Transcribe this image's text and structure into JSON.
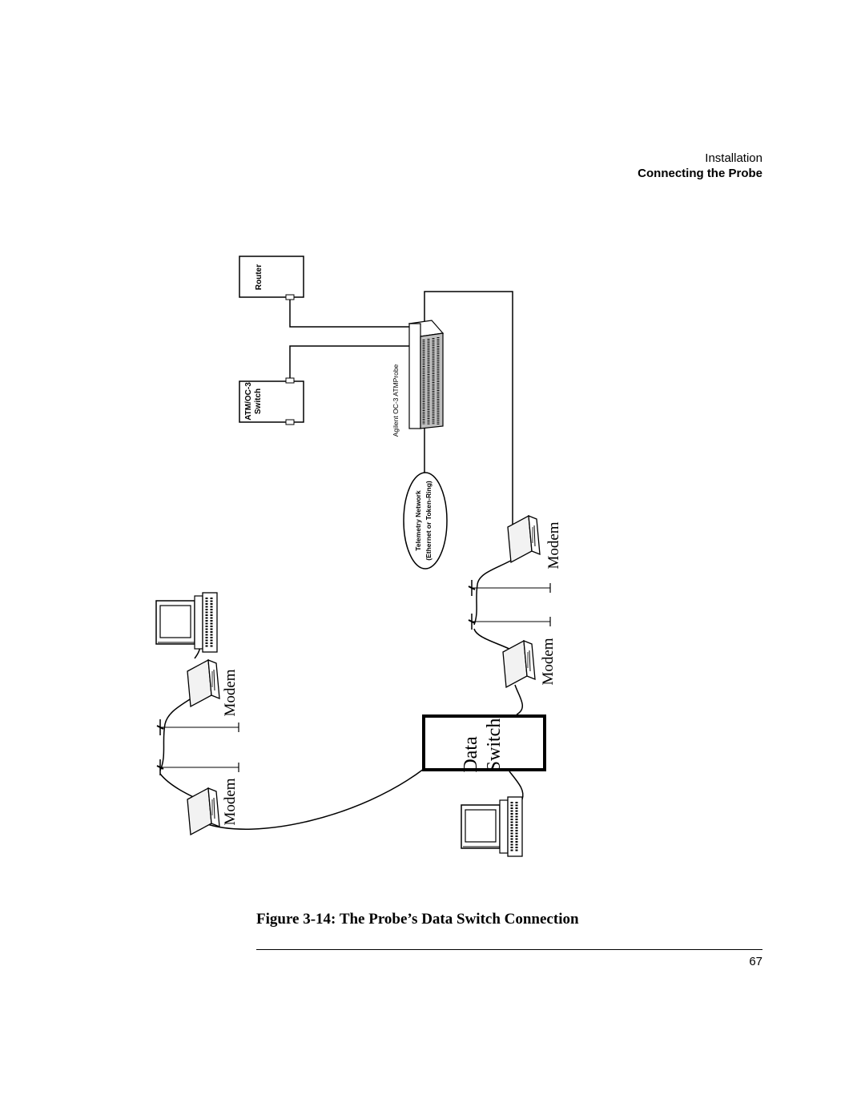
{
  "header": {
    "section": "Installation",
    "subsection": "Connecting the Probe"
  },
  "diagram": {
    "router": "Router",
    "atm_switch_line1": "ATM/OC-3",
    "atm_switch_line2": "Switch",
    "probe_label": "Agilent OC-3 ATMProbe",
    "telemetry_line1": "Telemetry Network",
    "telemetry_line2": "(Ethernet or Token-Ring)",
    "modem_label": "Modem",
    "data_switch_line1": "Data",
    "data_switch_line2": "Switch"
  },
  "caption": {
    "number": "Figure 3-14:",
    "title": "The Probe’s Data Switch Connection"
  },
  "page_number": "67"
}
